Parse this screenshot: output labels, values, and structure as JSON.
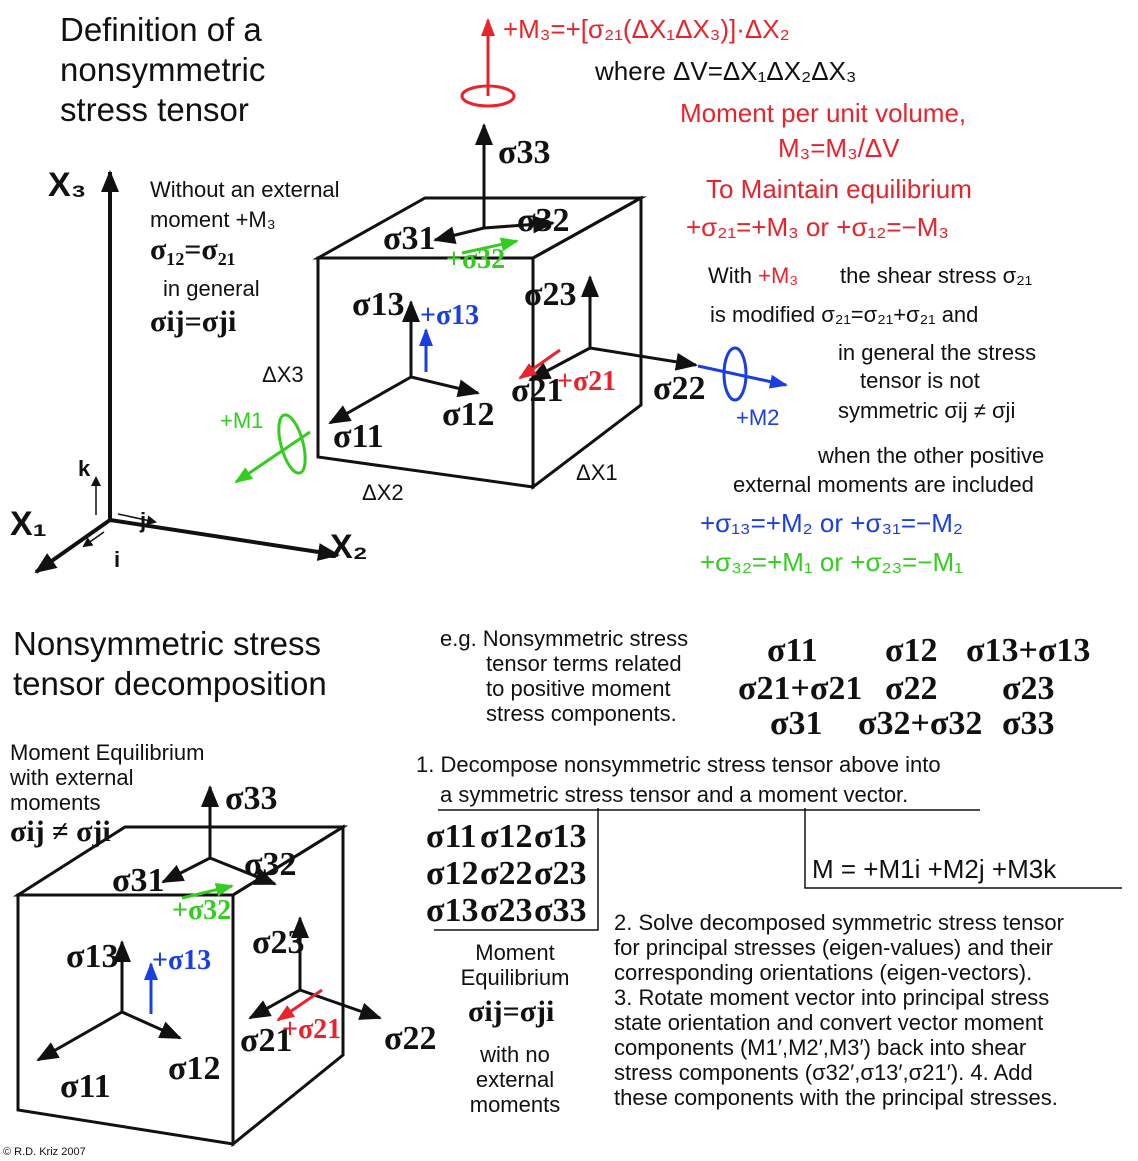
{
  "top": {
    "title": [
      "Definition of a",
      "nonsymmetric",
      "stress tensor"
    ],
    "moment_def": "+M₃=+[σ₂₁(ΔX₁ΔX₃)]·ΔX₂",
    "volume_def": "where ΔV=ΔX₁ΔX₂ΔX₃",
    "per_unit_title": "Moment per unit volume,",
    "per_unit_eq": "M₃=M₃/ΔV",
    "equilibrium_title": "To Maintain equilibrium",
    "equilibrium_eq": "+σ₂₁=+M₃  or  +σ₁₂=−M₃",
    "with_m3": "With",
    "with_m3_sym": "+M₃",
    "shear_line": "the shear stress σ₂₁",
    "modified_line": "is modified σ₂₁=σ₂₁+σ₂₁ and",
    "general_lines": [
      "in general the stress",
      "tensor is not",
      "symmetric σij ≠ σji"
    ],
    "other_lines": [
      "when the other positive",
      "external moments are included"
    ],
    "eq13": "+σ₁₃=+M₂  or  +σ₃₁=−M₂",
    "eq32": "+σ₃₂=+M₁  or  +σ₂₃=−M₁",
    "without_lines": [
      "Without an external",
      "moment +M₃",
      "σ₁₂=σ₂₁",
      "in general",
      "σij=σji"
    ]
  },
  "axes": {
    "x1": "X₁",
    "x2": "X₂",
    "x3": "X₃",
    "i": "i",
    "j": "j",
    "k": "k"
  },
  "cube1": {
    "s33": "σ33",
    "s32": "σ32",
    "s31": "σ31",
    "p32": "+σ32",
    "s23": "σ23",
    "s13": "σ13",
    "p13": "+σ13",
    "s21": "σ21",
    "p21": "+σ21",
    "s22": "σ22",
    "s12": "σ12",
    "s11": "σ11",
    "dx1": "ΔX1",
    "dx2": "ΔX2",
    "dx3": "ΔX3",
    "m1": "+M1",
    "m2": "+M2"
  },
  "bottom": {
    "title": [
      "Nonsymmetric stress",
      "tensor decomposition"
    ],
    "moment_eq_lines": [
      "Moment Equilibrium",
      "with external",
      "moments"
    ],
    "neq": "σij ≠ σji",
    "eg_lines": [
      "e.g. Nonsymmetric stress",
      "tensor terms related",
      "to positive moment",
      "stress components."
    ],
    "matrix": [
      [
        "σ11",
        "σ12",
        "σ13+σ13"
      ],
      [
        "σ21+σ21",
        "σ22",
        "σ23"
      ],
      [
        "σ31",
        "σ32+σ32",
        "σ33"
      ]
    ],
    "step1_lines": [
      "1. Decompose nonsymmetric stress tensor above into",
      "a symmetric stress tensor and a moment vector."
    ],
    "sym_matrix": [
      [
        "σ11",
        "σ12",
        "σ13"
      ],
      [
        "σ12",
        "σ22",
        "σ23"
      ],
      [
        "σ13",
        "σ23",
        "σ33"
      ]
    ],
    "me_lines": [
      "Moment",
      "Equilibrium"
    ],
    "eq_sym": "σij=σji",
    "no_ext_lines": [
      "with no",
      "external",
      "moments"
    ],
    "moment_vector": "M = +M1i +M2j +M3k",
    "step2_lines": [
      "2. Solve decomposed symmetric stress tensor",
      "for principal stresses (eigen-values) and their",
      "corresponding orientations (eigen-vectors).",
      "3. Rotate moment vector into principal stress",
      "state orientation and convert vector moment",
      "components (M1′,M2′,M3′) back into shear",
      "stress components (σ32′,σ13′,σ21′). 4. Add",
      "these components with the principal stresses."
    ],
    "copyright": "© R.D. Kriz 2007"
  },
  "colors": {
    "red": "#e8232b",
    "blue": "#1a3fe0",
    "green": "#33cc1f",
    "black": "#111111"
  }
}
